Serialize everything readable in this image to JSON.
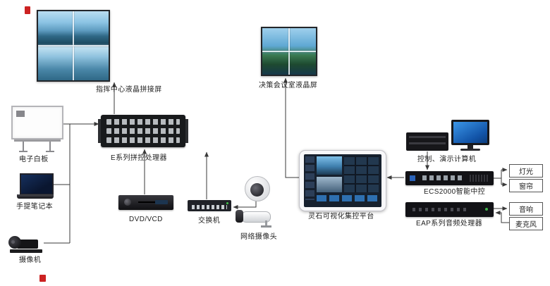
{
  "diagram": {
    "labels": {
      "command_wall": "指挥中心液晶拼接屏",
      "decision_screen": "决策会议室液晶屏",
      "whiteboard": "电子白板",
      "laptop": "手提笔记本",
      "camera": "摄像机",
      "processor": "E系列拼控处理器",
      "dvd": "DVD/VCD",
      "switch": "交换机",
      "ip_camera": "网络摄像头",
      "tablet": "灵石可视化集控平台",
      "computer": "控制、演示计算机",
      "ecs": "ECS2000智能中控",
      "eap": "EAP系列音频处理器",
      "light": "灯光",
      "curtain": "窗帘",
      "speaker": "音响",
      "microphone": "麦克风"
    },
    "colors": {
      "wire": "#3a3a3a",
      "label_text": "#222222",
      "screen_blue": "#3f7fae",
      "device_dark": "#17171a"
    }
  }
}
